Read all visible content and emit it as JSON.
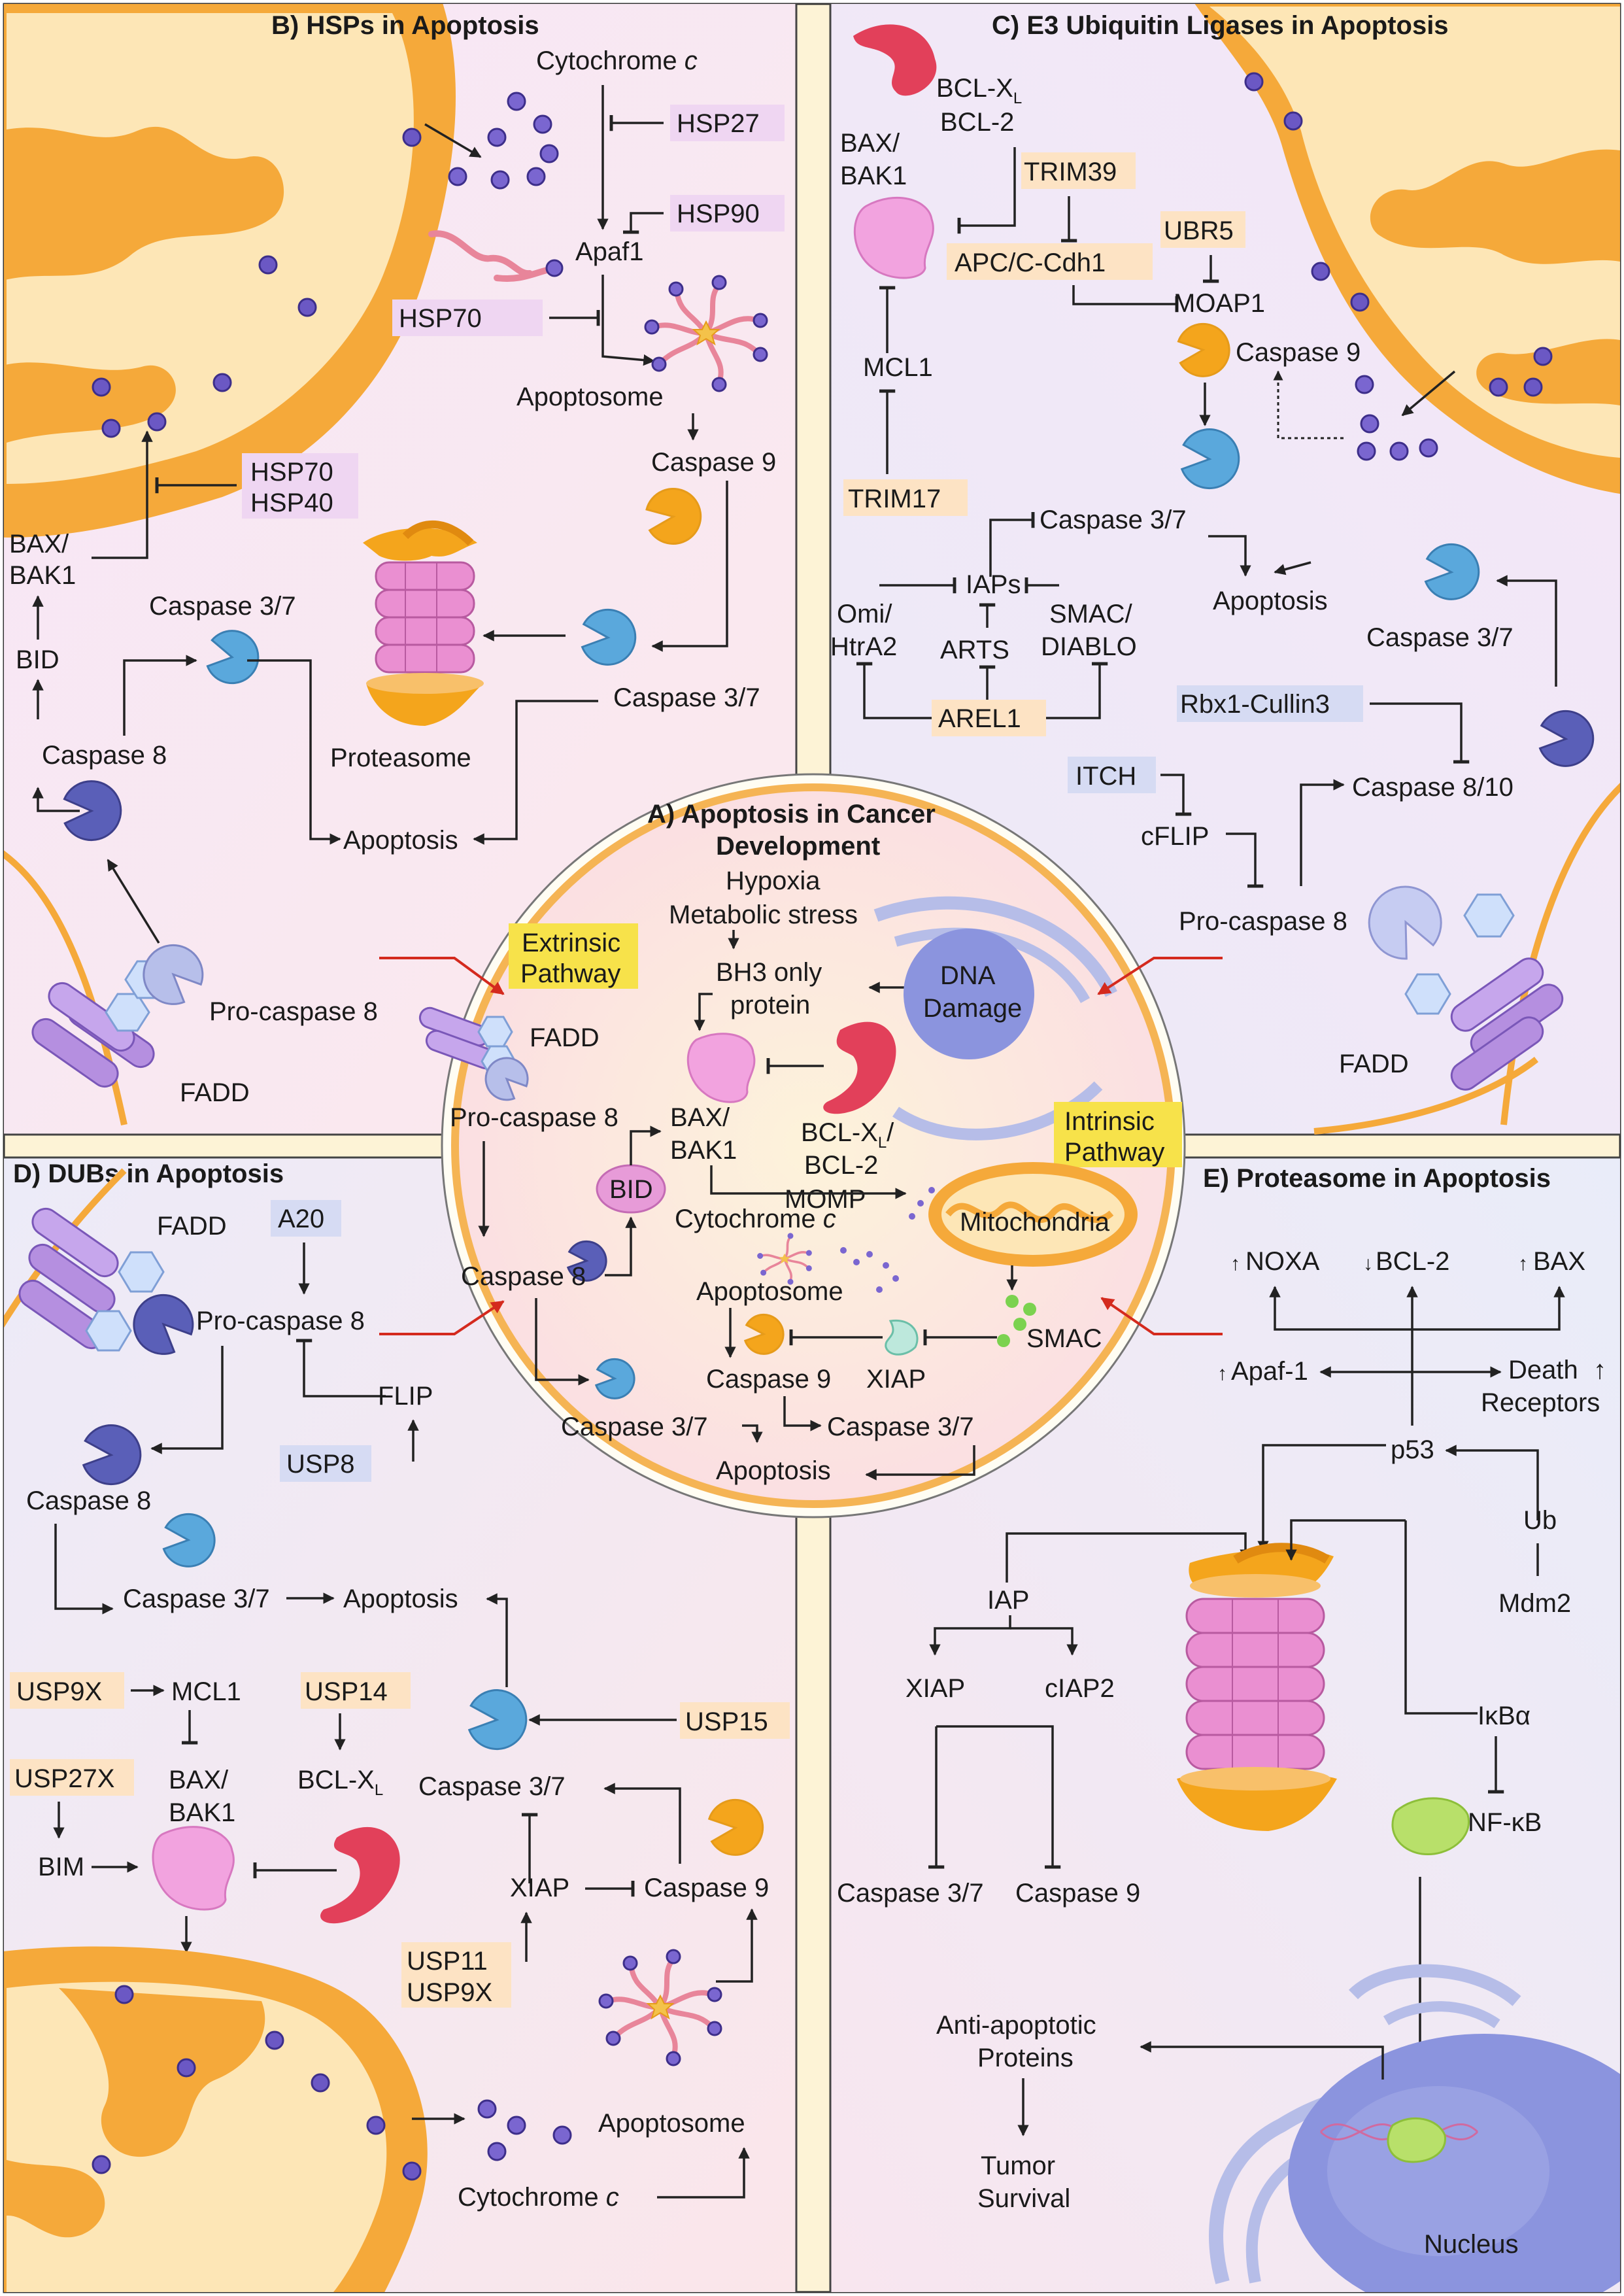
{
  "colors": {
    "box_purple": "#efd6f2",
    "box_blue": "#d6dbf3",
    "box_orange": "#fde3c4",
    "box_yellow": "#f7e24a",
    "mito_orange": "#f5a93a",
    "caspase_blue": "#5aa8dc",
    "caspase_indigo": "#5a5fb8",
    "caspase_orange": "#f4a51c",
    "bcl_red": "#e2405a",
    "bax_pink": "#e79bd8",
    "cyto_dot": "#6b58c4"
  },
  "panels": {
    "A": {
      "title_line1": "A) Apoptosis in Cancer",
      "title_line2": "Development",
      "hypoxia": "Hypoxia",
      "metabolic": "Metabolic stress",
      "bh3_1": "BH3 only",
      "bh3_2": "protein",
      "dna_1": "DNA",
      "dna_2": "Damage",
      "extrinsic_1": "Extrinsic",
      "extrinsic_2": "Pathway",
      "fadd": "FADD",
      "procasp8": "Pro-caspase 8",
      "bax_1": "BAX/",
      "bax_2": "BAK1",
      "bclxl_1": "BCL-X",
      "bclxl_sub": "L",
      "bclxl_slash": "/",
      "bcl2": "BCL-2",
      "intrinsic_1": "Intrinsic",
      "intrinsic_2": "Pathway",
      "momp": "MOMP",
      "bid": "BID",
      "cytc": "Cytochrome ",
      "cytc_c": "c",
      "mito": "Mitochondria",
      "casp8": "Caspase 8",
      "apoptosome": "Apoptosome",
      "casp9": "Caspase 9",
      "xiap": "XIAP",
      "smac": "SMAC",
      "casp37a": "Caspase 3/7",
      "casp37b": "Caspase 3/7",
      "apoptosis": "Apoptosis"
    },
    "B": {
      "title": "B) HSPs in Apoptosis",
      "cytc": "Cytochrome ",
      "cytc_c": "c",
      "hsp27": "HSP27",
      "hsp90": "HSP90",
      "apaf1": "Apaf1",
      "hsp70": "HSP70",
      "apoptosome": "Apoptosome",
      "casp9": "Caspase 9",
      "hsp70b": "HSP70",
      "hsp40": "HSP40",
      "bax_1": "BAX/",
      "bax_2": "BAK1",
      "bid": "BID",
      "casp37_left": "Caspase 3/7",
      "casp37_right": "Caspase 3/7",
      "proteasome": "Proteasome",
      "casp8": "Caspase 8",
      "apoptosis": "Apoptosis",
      "procasp8": "Pro-caspase 8",
      "fadd": "FADD"
    },
    "C": {
      "title": "C) E3 Ubiquitin Ligases in Apoptosis",
      "bclxl": "BCL-X",
      "bclxl_sub": "L",
      "bcl2": "BCL-2",
      "bax_1": "BAX/",
      "bax_2": "BAK1",
      "trim39": "TRIM39",
      "ubr5": "UBR5",
      "apc": "APC/C-Cdh1",
      "moap1": "MOAP1",
      "mcl1": "MCL1",
      "casp9": "Caspase 9",
      "trim17": "TRIM17",
      "casp37_top": "Caspase 3/7",
      "iaps": "IAPs",
      "omi_1": "Omi/",
      "omi_2": "HtrA2",
      "arts": "ARTS",
      "smac_1": "SMAC/",
      "smac_2": "DIABLO",
      "arel1": "AREL1",
      "apoptosis": "Apoptosis",
      "casp37_right": "Caspase 3/7",
      "rbx1": "Rbx1-Cullin3",
      "itch": "ITCH",
      "cflip": "cFLIP",
      "casp810": "Caspase 8/10",
      "procasp8": "Pro-caspase 8",
      "fadd": "FADD"
    },
    "D": {
      "title": "D) DUBs in Apoptosis",
      "fadd": "FADD",
      "a20": "A20",
      "procasp8": "Pro-caspase 8",
      "flip": "FLIP",
      "usp8": "USP8",
      "casp8": "Caspase 8",
      "casp37a": "Caspase 3/7",
      "apoptosis": "Apoptosis",
      "usp9x": "USP9X",
      "mcl1": "MCL1",
      "usp14": "USP14",
      "usp15": "USP15",
      "bax_1": "BAX/",
      "bax_2": "BAK1",
      "bclxl": "BCL-X",
      "bclxl_sub": "L",
      "usp27x": "USP27X",
      "bim": "BIM",
      "casp37b": "Caspase 3/7",
      "xiap": "XIAP",
      "casp9": "Caspase 9",
      "usp11": "USP11",
      "usp9x_b": "USP9X",
      "apoptosome": "Apoptosome",
      "cytc": "Cytochrome ",
      "cytc_c": "c"
    },
    "E": {
      "title": "E) Proteasome in Apoptosis",
      "noxa": "NOXA",
      "bcl2": "BCL-2",
      "bax": "BAX",
      "apaf1": "Apaf-1",
      "death_1": "Death",
      "death_2": "Receptors",
      "p53": "p53",
      "ub": "Ub",
      "mdm2": "Mdm2",
      "iap": "IAP",
      "xiap": "XIAP",
      "ciap2": "cIAP2",
      "ikba": "IκBα",
      "nfkb": "NF-κB",
      "casp37": "Caspase 3/7",
      "casp9": "Caspase 9",
      "anti_1": "Anti-apoptotic",
      "anti_2": "Proteins",
      "tumor_1": "Tumor",
      "tumor_2": "Survival",
      "nucleus": "Nucleus"
    }
  }
}
